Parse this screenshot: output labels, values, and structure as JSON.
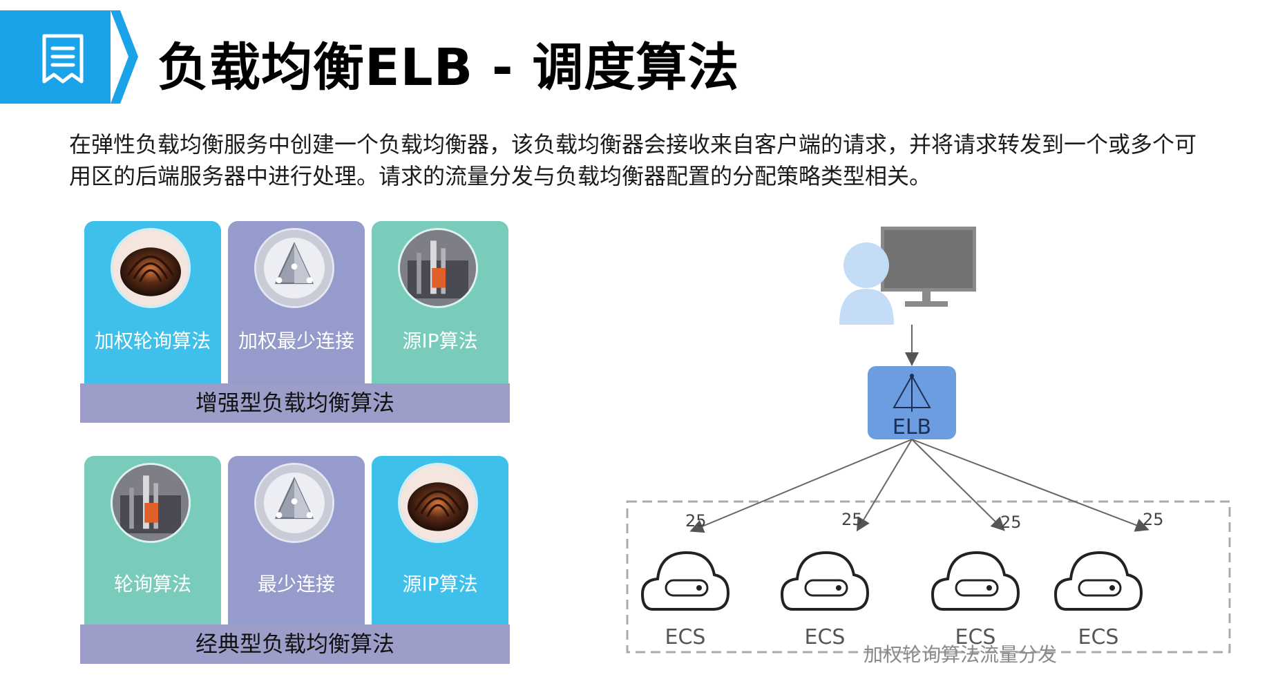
{
  "header": {
    "title": "负载均衡ELB - 调度算法",
    "accent_color": "#1aa3e8",
    "icon": "document-list-icon"
  },
  "description": [
    "在弹性负载均衡服务中创建一个负载均衡器，该负载均衡器会接收来自客户端的请求，并将请求转发到一个或多个可",
    "用区的后端服务器中进行处理。请求的流量分发与负载均衡器配置的分配策略类型相关。"
  ],
  "enhanced": {
    "label": "增强型负载均衡算法",
    "cards": [
      {
        "label": "加权轮询算法",
        "color": "#3fc0eb",
        "icon": "spiral-shell-icon"
      },
      {
        "label": "加权最少连接",
        "color": "#959ccc",
        "icon": "pyramid-node-icon"
      },
      {
        "label": "源IP算法",
        "color": "#79cbbb",
        "icon": "machinery-icon"
      }
    ]
  },
  "classic": {
    "label": "经典型负载均衡算法",
    "cards": [
      {
        "label": "轮询算法",
        "color": "#79cbbb",
        "icon": "machinery-icon"
      },
      {
        "label": "最少连接",
        "color": "#959ccc",
        "icon": "pyramid-node-icon"
      },
      {
        "label": "源IP算法",
        "color": "#3fc0eb",
        "icon": "spiral-shell-icon"
      }
    ]
  },
  "diagram": {
    "elb_label": "ELB",
    "weights": [
      "25",
      "25",
      "25",
      "25"
    ],
    "servers": [
      "ECS",
      "ECS",
      "ECS",
      "ECS"
    ],
    "caption": "加权轮询算法流量分发"
  }
}
